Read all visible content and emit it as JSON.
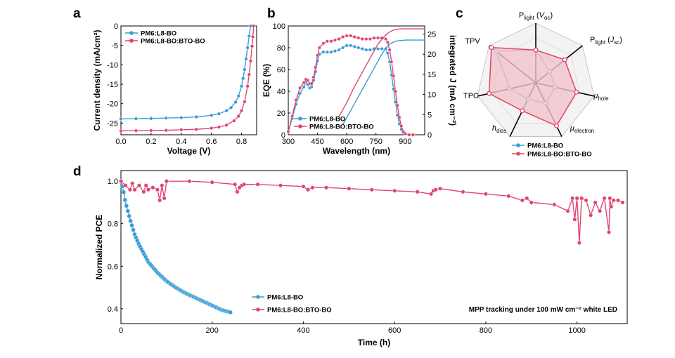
{
  "colors": {
    "blue": "#3b9bd6",
    "red": "#e0456e",
    "red_fill": "#f2c3cc"
  },
  "panel_labels": {
    "a": "a",
    "b": "b",
    "c": "c",
    "d": "d"
  },
  "chart_data": [
    {
      "panel": "a",
      "type": "line",
      "xlabel": "Voltage (V)",
      "ylabel": "Current density (mA/cm²)",
      "xlim": [
        0,
        0.9
      ],
      "ylim": [
        -28,
        0
      ],
      "xticks": [
        "0.0",
        "0.2",
        "0.4",
        "0.6",
        "0.8"
      ],
      "yticks": [
        "0",
        "-5",
        "-10",
        "-15",
        "-20",
        "-25"
      ],
      "legend_position": "top-left",
      "series": [
        {
          "name": "PM6:L8-BO",
          "x": [
            0.0,
            0.1,
            0.2,
            0.3,
            0.4,
            0.5,
            0.6,
            0.65,
            0.7,
            0.73,
            0.76,
            0.78,
            0.8,
            0.81,
            0.82,
            0.83,
            0.84,
            0.85,
            0.86
          ],
          "y": [
            -23.9,
            -23.85,
            -23.8,
            -23.7,
            -23.6,
            -23.4,
            -23.0,
            -22.6,
            -21.8,
            -21.0,
            -19.6,
            -18.0,
            -15.5,
            -13.5,
            -11.2,
            -8.5,
            -5.6,
            -2.6,
            0.0
          ]
        },
        {
          "name": "PM6:L8-BO:BTO-BO",
          "x": [
            0.0,
            0.1,
            0.2,
            0.3,
            0.4,
            0.5,
            0.6,
            0.65,
            0.7,
            0.75,
            0.78,
            0.8,
            0.82,
            0.84,
            0.85,
            0.86,
            0.87,
            0.875,
            0.88
          ],
          "y": [
            -27.0,
            -26.95,
            -26.9,
            -26.85,
            -26.7,
            -26.6,
            -26.3,
            -26.0,
            -25.5,
            -24.4,
            -23.2,
            -21.8,
            -19.5,
            -15.5,
            -12.5,
            -9.0,
            -5.2,
            -2.8,
            0.0
          ]
        }
      ]
    },
    {
      "panel": "b",
      "type": "line",
      "xlabel": "Wavelength (nm)",
      "ylabel": "EQE (%)",
      "y2label": "integrated J (mA cm⁻²)",
      "xlim": [
        300,
        1000
      ],
      "ylim": [
        0,
        100
      ],
      "y2lim": [
        0,
        27
      ],
      "xticks": [
        "300",
        "450",
        "600",
        "750",
        "900"
      ],
      "yticks": [
        "0",
        "20",
        "40",
        "60",
        "80",
        "100"
      ],
      "y2ticks": [
        "0",
        "5",
        "10",
        "15",
        "20",
        "25"
      ],
      "legend_position": "bottom-left",
      "series": [
        {
          "name": "PM6:L8-BO",
          "axis": "left",
          "x": [
            300,
            320,
            340,
            360,
            380,
            390,
            400,
            410,
            420,
            430,
            440,
            450,
            460,
            480,
            500,
            520,
            540,
            560,
            580,
            600,
            620,
            640,
            660,
            680,
            700,
            720,
            740,
            760,
            780,
            800,
            810,
            820,
            830,
            840,
            850,
            860,
            870,
            880,
            890,
            900,
            920,
            940
          ],
          "y": [
            3,
            15,
            28,
            38,
            44,
            48,
            46,
            43,
            44,
            50,
            58,
            68,
            74,
            76,
            76,
            76,
            77,
            78,
            80,
            82,
            82,
            81,
            80,
            79,
            78,
            78,
            79,
            79,
            79,
            79,
            75,
            67,
            55,
            42,
            30,
            18,
            10,
            5,
            2,
            1,
            0,
            0
          ]
        },
        {
          "name": "PM6:L8-BO:BTO-BO",
          "axis": "left",
          "x": [
            300,
            320,
            340,
            360,
            380,
            390,
            400,
            410,
            420,
            430,
            440,
            450,
            460,
            480,
            500,
            520,
            540,
            560,
            580,
            600,
            620,
            640,
            660,
            680,
            700,
            720,
            740,
            760,
            780,
            800,
            810,
            820,
            830,
            840,
            850,
            860,
            870,
            880,
            890,
            900,
            920,
            940
          ],
          "y": [
            3,
            17,
            32,
            43,
            48,
            51,
            50,
            47,
            47,
            53,
            62,
            73,
            80,
            84,
            86,
            86,
            87,
            88,
            90,
            91,
            91,
            90,
            89,
            88,
            88,
            88,
            89,
            89,
            89,
            88,
            85,
            78,
            67,
            54,
            40,
            27,
            16,
            8,
            3,
            1,
            0,
            0
          ]
        },
        {
          "name": "PM6:L8-BO integrated J",
          "axis": "right",
          "x": [
            580,
            620,
            660,
            700,
            740,
            780,
            800,
            820,
            840,
            860,
            880,
            900,
            950,
            1000
          ],
          "y": [
            2.5,
            6.0,
            9.5,
            13.0,
            16.5,
            20.0,
            21.5,
            22.5,
            23.0,
            23.3,
            23.4,
            23.5,
            23.5,
            23.5
          ]
        },
        {
          "name": "PM6:L8-BO:BTO-BO integrated J",
          "axis": "right",
          "x": [
            560,
            600,
            640,
            680,
            720,
            760,
            800,
            820,
            840,
            860,
            880,
            900,
            950,
            1000
          ],
          "y": [
            4.5,
            8.0,
            12.0,
            15.5,
            19.0,
            22.5,
            24.8,
            25.5,
            26.0,
            26.2,
            26.3,
            26.3,
            26.3,
            26.3
          ]
        }
      ]
    },
    {
      "panel": "c",
      "type": "radar",
      "axes": [
        "P_light (V_oc)",
        "P_light (J_sc)",
        "μ_hole",
        "μ_electron",
        "h_diss",
        "TPC",
        "TPV"
      ],
      "axis_labels": [
        {
          "main": "P",
          "sub": "light",
          "tail": " (",
          "ital": "V",
          "sub2": "oc",
          "end": ")"
        },
        {
          "main": "P",
          "sub": "light",
          "tail": " (",
          "ital": "J",
          "sub2": "sc",
          "end": ")"
        },
        {
          "main": "μ",
          "sub": "hole",
          "tail": "",
          "ital": "",
          "sub2": "",
          "end": ""
        },
        {
          "main": "μ",
          "sub": "electron",
          "tail": "",
          "ital": "",
          "sub2": "",
          "end": ""
        },
        {
          "main": "h",
          "sub": "diss",
          "tail": "",
          "ital": "",
          "sub2": "",
          "end": ""
        },
        {
          "main": "TPC",
          "sub": "",
          "tail": "",
          "ital": "",
          "sub2": "",
          "end": ""
        },
        {
          "main": "TPV",
          "sub": "",
          "tail": "",
          "ital": "",
          "sub2": "",
          "end": ""
        }
      ],
      "rlim": [
        0,
        1
      ],
      "legend_position": "bottom",
      "series": [
        {
          "name": "PM6:L8-BO",
          "values": [
            0.55,
            0.3,
            0.33,
            0.38,
            0.3,
            0.45,
            0.85
          ]
        },
        {
          "name": "PM6:L8-BO:BTO-BO",
          "values": [
            0.55,
            0.62,
            0.7,
            0.8,
            0.52,
            0.8,
            0.95
          ]
        }
      ]
    },
    {
      "panel": "d",
      "type": "line",
      "xlabel": "Time (h)",
      "ylabel": "Normalized PCE",
      "xlim": [
        0,
        1110
      ],
      "ylim": [
        0.33,
        1.05
      ],
      "xticks": [
        "0",
        "200",
        "400",
        "600",
        "800",
        "1000"
      ],
      "yticks": [
        "0.4",
        "0.6",
        "0.8",
        "1.0"
      ],
      "legend_position": "bottom-center",
      "annotation": "MPP tracking under 100 mW cm⁻² white LED",
      "series": [
        {
          "name": "PM6:L8-BO",
          "x": [
            0,
            5,
            10,
            20,
            30,
            40,
            50,
            60,
            80,
            100,
            120,
            140,
            160,
            180,
            200,
            220,
            240
          ],
          "y": [
            1.0,
            0.96,
            0.9,
            0.82,
            0.75,
            0.7,
            0.66,
            0.62,
            0.57,
            0.53,
            0.5,
            0.475,
            0.455,
            0.435,
            0.415,
            0.395,
            0.383
          ]
        },
        {
          "name": "PM6:L8-BO:BTO-BO",
          "x": [
            0,
            10,
            20,
            25,
            30,
            40,
            50,
            55,
            60,
            70,
            80,
            85,
            90,
            95,
            100,
            150,
            200,
            250,
            255,
            260,
            265,
            270,
            300,
            350,
            400,
            410,
            420,
            450,
            500,
            550,
            600,
            650,
            680,
            685,
            690,
            700,
            750,
            800,
            850,
            880,
            890,
            900,
            950,
            980,
            990,
            995,
            1000,
            1005,
            1010,
            1020,
            1030,
            1040,
            1050,
            1060,
            1070,
            1072,
            1075,
            1080,
            1090,
            1100
          ],
          "y": [
            1.0,
            0.98,
            0.96,
            0.99,
            0.96,
            0.98,
            0.95,
            0.98,
            0.96,
            0.97,
            0.96,
            0.91,
            0.98,
            0.92,
            1.0,
            1.0,
            0.995,
            0.985,
            0.95,
            0.97,
            0.98,
            0.985,
            0.985,
            0.98,
            0.975,
            0.96,
            0.97,
            0.97,
            0.965,
            0.96,
            0.955,
            0.95,
            0.94,
            0.955,
            0.96,
            0.965,
            0.95,
            0.94,
            0.93,
            0.91,
            0.92,
            0.9,
            0.89,
            0.86,
            0.92,
            0.82,
            0.92,
            0.71,
            0.92,
            0.91,
            0.84,
            0.9,
            0.86,
            0.92,
            0.76,
            0.92,
            0.88,
            0.91,
            0.91,
            0.9
          ]
        }
      ]
    }
  ]
}
